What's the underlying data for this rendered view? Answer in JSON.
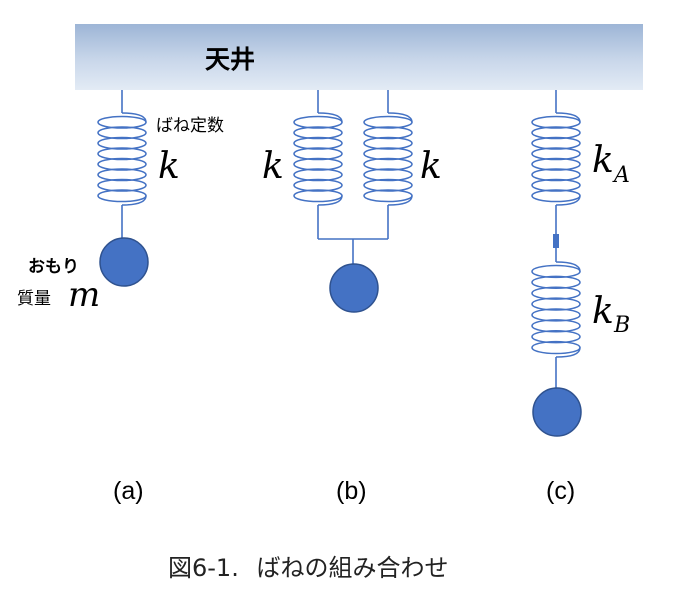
{
  "ceiling": {
    "label": "天井"
  },
  "annotations": {
    "spring_constant": "ばね定数",
    "weight": "おもり",
    "mass": "質量",
    "mass_symbol": "m"
  },
  "springs": {
    "a_k": "k",
    "b_left_k": "k",
    "b_right_k": "k",
    "c_top_k": "k",
    "c_top_sub": "A",
    "c_bottom_k": "k",
    "c_bottom_sub": "B"
  },
  "panels": {
    "a": "(a)",
    "b": "(b)",
    "c": "(c)"
  },
  "caption": {
    "number": "図6-1.",
    "text": "ばねの組み合わせ"
  },
  "colors": {
    "spring": "#4472C4",
    "ball_fill": "#4472C4",
    "ball_stroke": "#2F528F",
    "ceiling_top": "#9DB5D6",
    "ceiling_bottom": "#DCE6F2"
  }
}
